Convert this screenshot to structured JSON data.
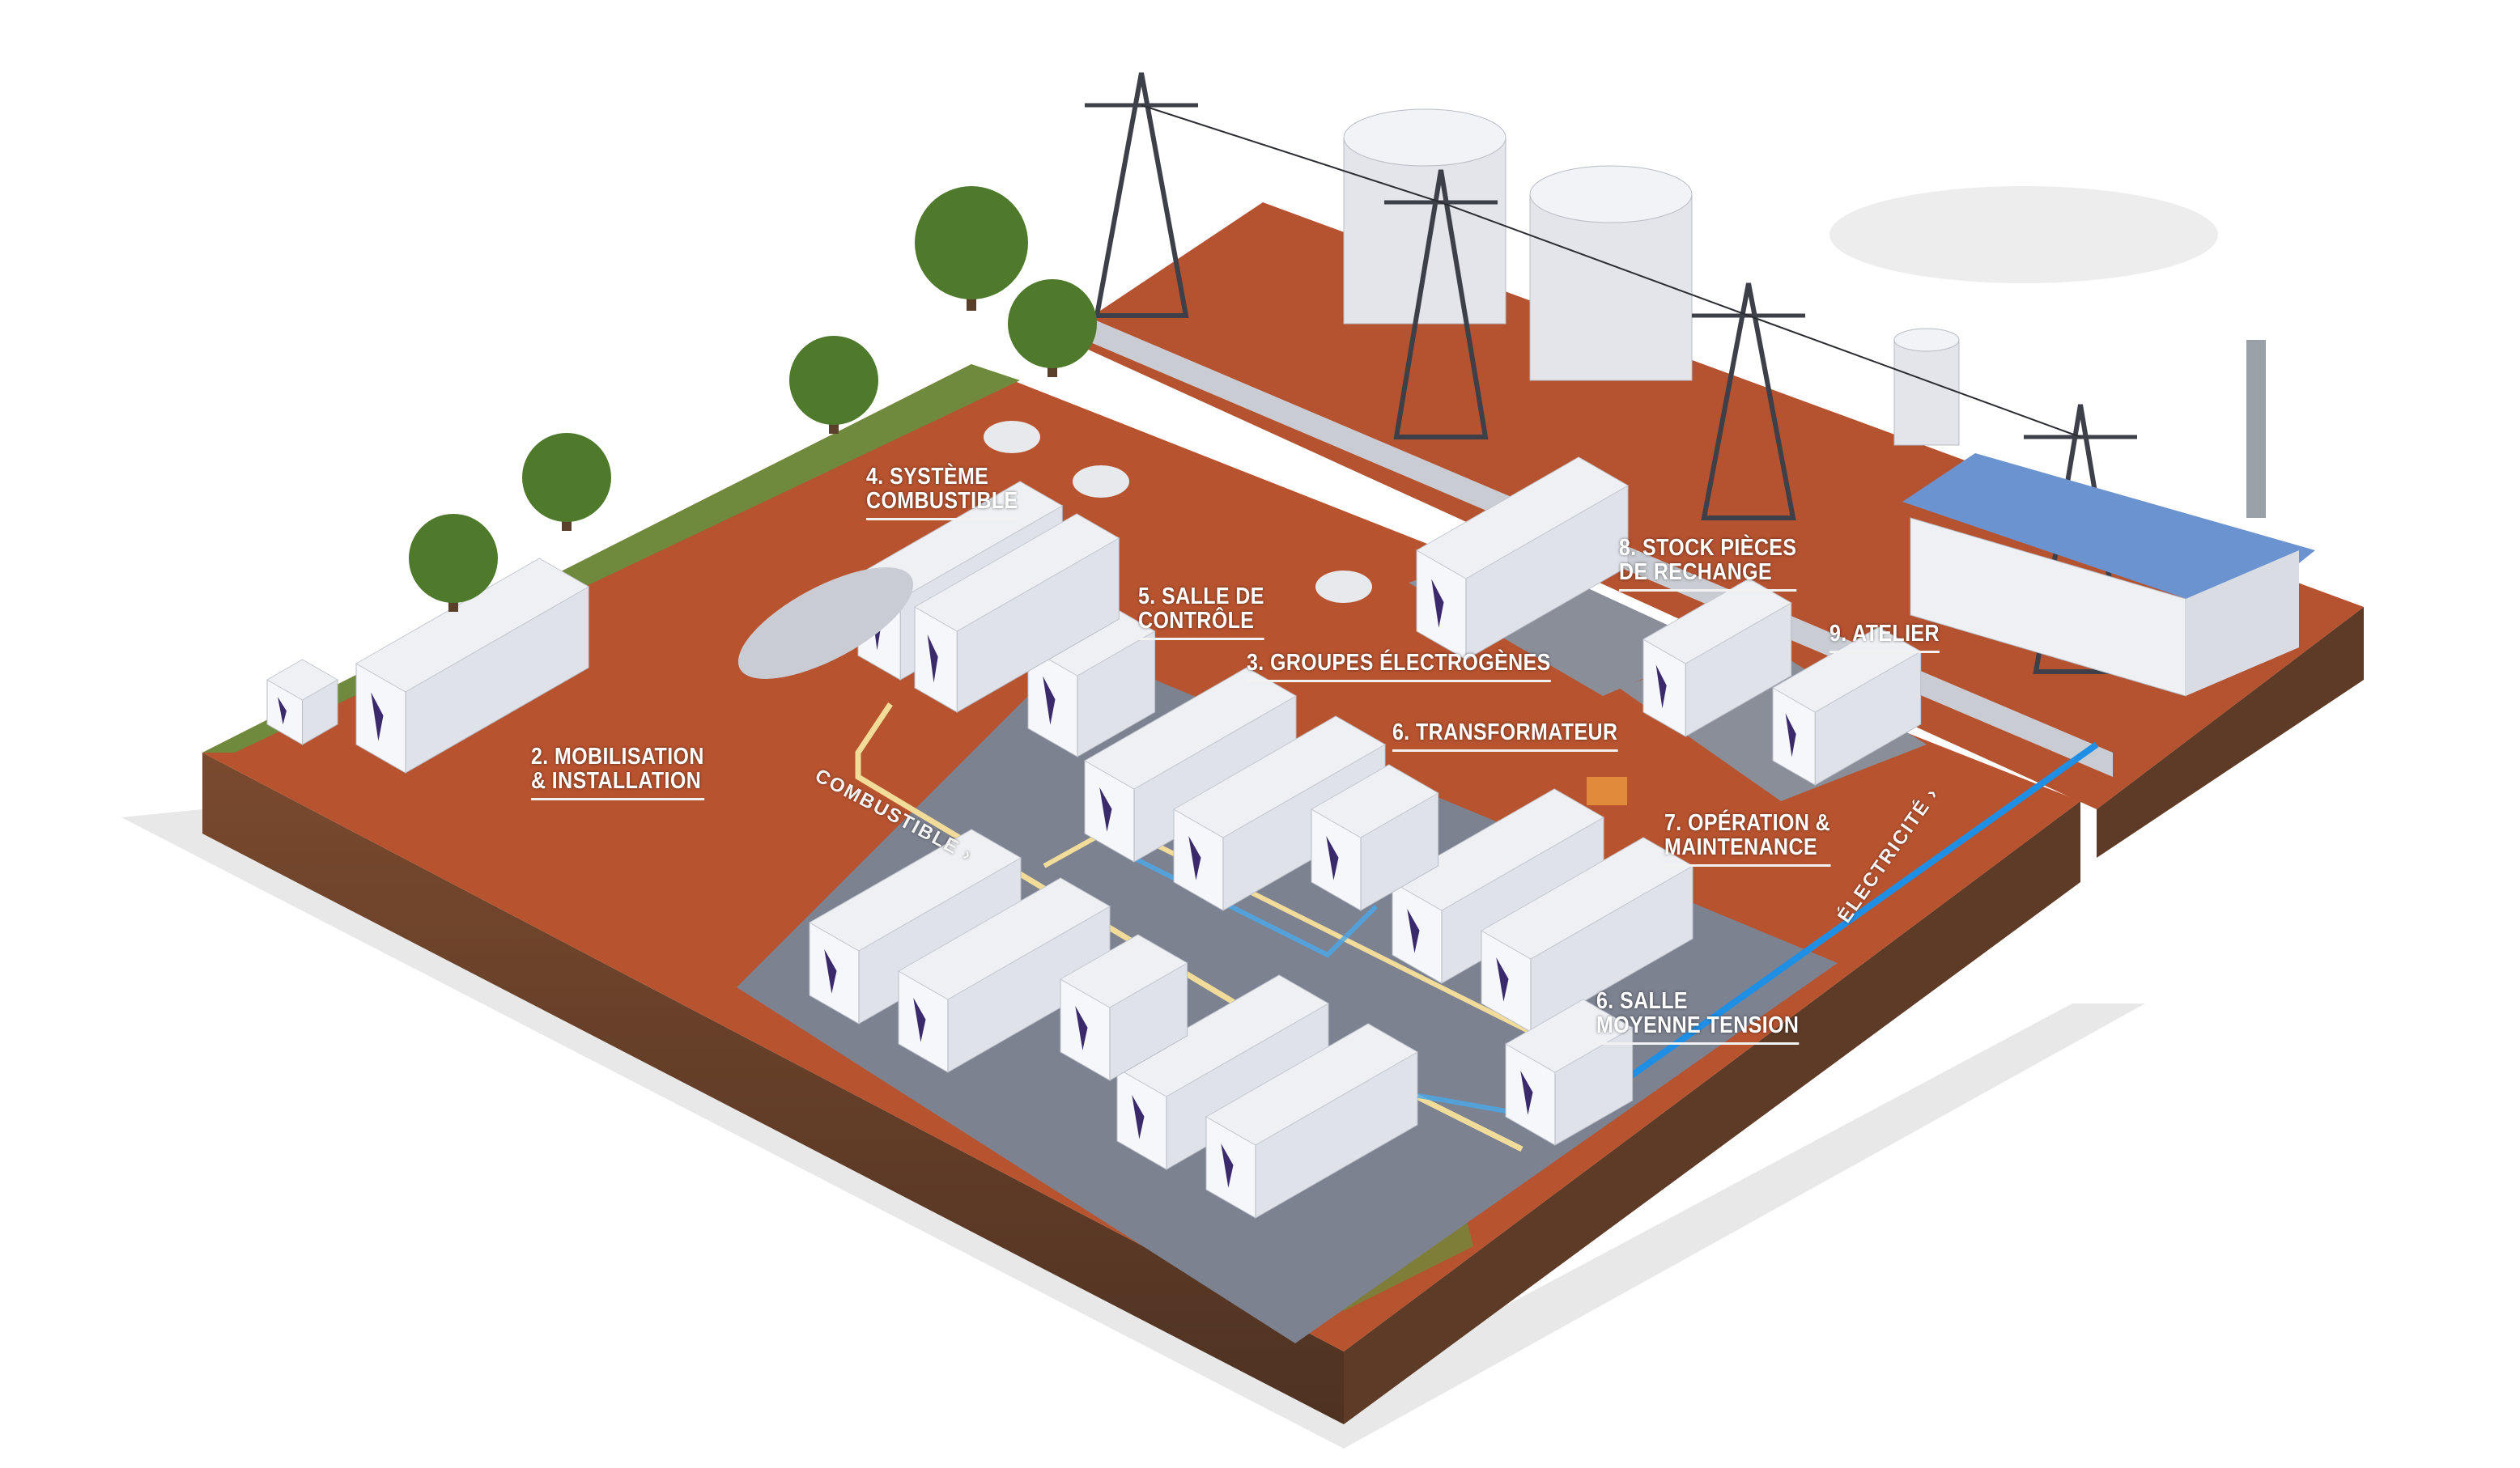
{
  "labels": {
    "mobilisation": {
      "line1": "2. MOBILISATION",
      "line2": "& INSTALLATION"
    },
    "groupes": {
      "line1": "3. GROUPES ÉLECTROGÈNES"
    },
    "combustible_system": {
      "line1": "4. SYSTÈME",
      "line2": "COMBUSTIBLE"
    },
    "salle_controle": {
      "line1": "5. SALLE DE",
      "line2": "CONTRÔLE"
    },
    "transformateur": {
      "line1": "6. TRANSFORMATEUR"
    },
    "salle_mt": {
      "line1": "6. SALLE",
      "line2": "MOYENNE TENSION"
    },
    "operation": {
      "line1": "7. OPÉRATION &",
      "line2": "MAINTENANCE"
    },
    "stock": {
      "line1": "8. STOCK PIÈCES",
      "line2": "DE RECHANGE"
    },
    "atelier": {
      "line1": "9. ATELIER"
    }
  },
  "flows": {
    "fuel": "COMBUSTIBLE ›",
    "electricity": "ÉLECTRICITÉ ›"
  },
  "colors": {
    "soil": "#b8532f",
    "pad": "#7d8290",
    "grass": "#6f8a3c",
    "container": "#eef0f4",
    "fuel_line": "#f1dc9a",
    "power_line": "#4aa8ea",
    "brand_purple": "#3b2a6b",
    "brand_gold": "#c8a65a",
    "roof_blue": "#6b93cf"
  }
}
